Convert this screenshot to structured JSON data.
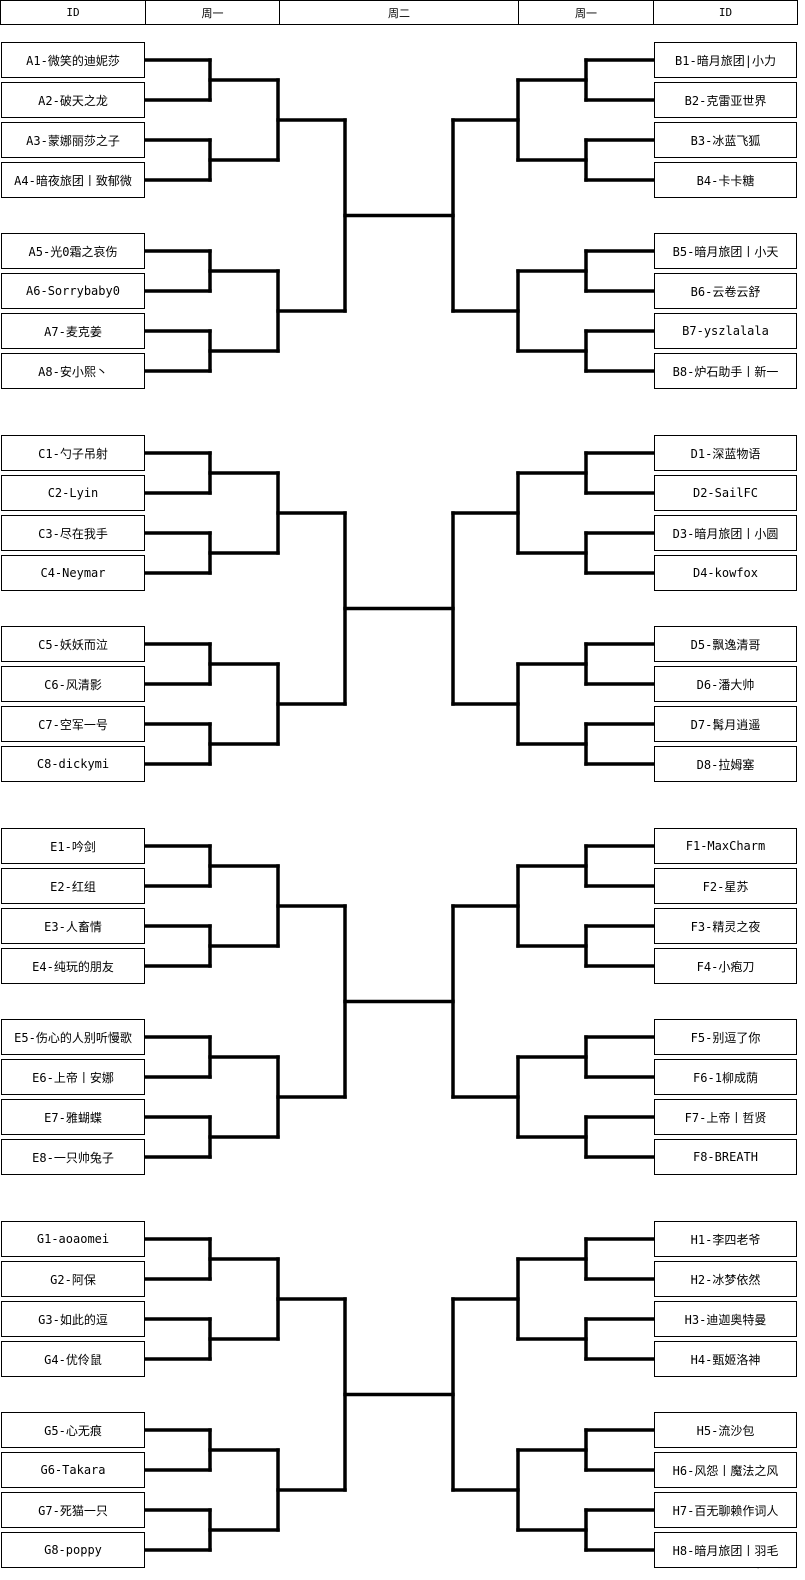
{
  "header": [
    "ID",
    "周一",
    "周二",
    "周一",
    "ID"
  ],
  "left": [
    [
      "A1-微笑的迪妮莎",
      "A2-破天之龙",
      "A3-蒙娜丽莎之子",
      "A4-暗夜旅团丨致郁微",
      "A5-光0霜之哀伤",
      "A6-Sorrybaby0",
      "A7-麦克姜",
      "A8-安小熙丶"
    ],
    [
      "C1-勺子吊射",
      "C2-Lyin",
      "C3-尽在我手",
      "C4-Neymar",
      "C5-妖妖而泣",
      "C6-风清影",
      "C7-空军一号",
      "C8-dickymi"
    ],
    [
      "E1-吟剑",
      "E2-红组",
      "E3-人畜情",
      "E4-纯玩的朋友",
      "E5-伤心的人别听慢歌",
      "E6-上帝丨安娜",
      "E7-雅蝴蝶",
      "E8-一只帅兔子"
    ],
    [
      "G1-aoaomei",
      "G2-阿保",
      "G3-如此的逗",
      "G4-优伶鼠",
      "G5-心无痕",
      "G6-Takara",
      "G7-死猫一只",
      "G8-poppy"
    ]
  ],
  "right": [
    [
      "B1-暗月旅团|小力",
      "B2-克雷亚世界",
      "B3-冰蓝飞狐",
      "B4-卡卡糖",
      "B5-暗月旅团丨小天",
      "B6-云卷云舒",
      "B7-yszlalala",
      "B8-炉石助手丨新一"
    ],
    [
      "D1-深蓝物语",
      "D2-SailFC",
      "D3-暗月旅团丨小圆",
      "D4-kowfox",
      "D5-飘逸清哥",
      "D6-潘大帅",
      "D7-髯月逍遥",
      "D8-拉姆塞"
    ],
    [
      "F1-MaxCharm",
      "F2-星苏",
      "F3-精灵之夜",
      "F4-小疱刀",
      "F5-别逗了你",
      "F6-1柳成荫",
      "F7-上帝丨哲贤",
      "F8-BREATH"
    ],
    [
      "H1-李四老爷",
      "H2-冰梦依然",
      "H3-迪迦奥特曼",
      "H4-甄姬洛神",
      "H5-流沙包",
      "H6-风怨丨魔法之风",
      "H7-百无聊赖作词人",
      "H8-暗月旅团丨羽毛"
    ]
  ],
  "watermark": "NGA社区"
}
